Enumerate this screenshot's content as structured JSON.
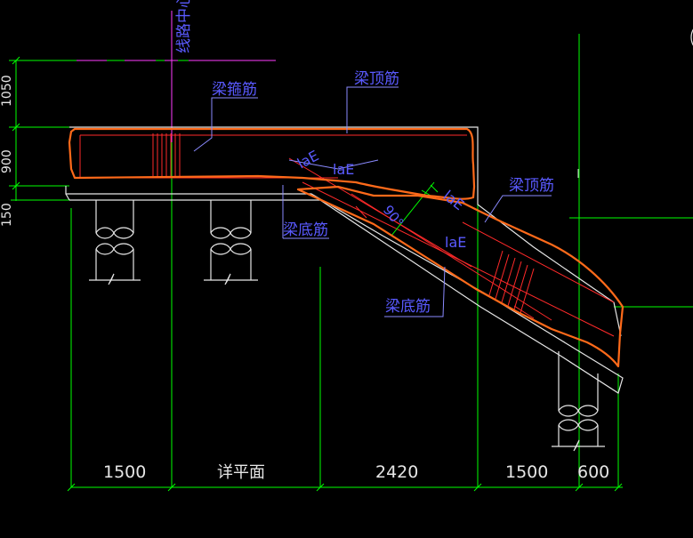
{
  "drawing": {
    "colors": {
      "background": "#000000",
      "grid": "#00ff00",
      "label_text": "#5a5aff",
      "dimension_text": "#e6e6e6",
      "outline_white": "#e6e6e6",
      "red_rebar": "#ff2a2a",
      "orange_markup": "#ff6a1a",
      "magenta_line": "#ff3cff",
      "leader": "#8a8aff"
    },
    "labels": {
      "axis_title": "线路中心线",
      "beam_stirrup": "梁箍筋",
      "beam_top_bar_1": "梁顶筋",
      "beam_top_bar_2": "梁顶筋",
      "beam_bottom_bar_1": "梁底筋",
      "beam_bottom_bar_2": "梁底筋",
      "lae_1": "laE",
      "lae_2": "laE",
      "lae_3": "laE",
      "lae_4": "laE",
      "angle": "90°"
    },
    "dimensions": {
      "d1": "1500",
      "d2": "详平面",
      "d3": "2420",
      "d4": "1500",
      "d5": "600"
    },
    "left_dims": {
      "top": "1050",
      "middle": "900",
      "bottom": "150"
    }
  }
}
